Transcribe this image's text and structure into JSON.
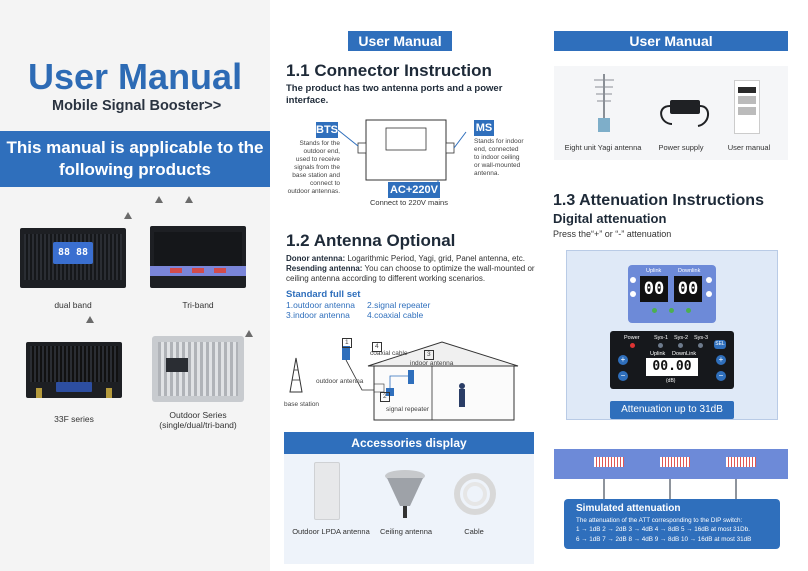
{
  "cover": {
    "title": "User Manual",
    "subtitle": "Mobile Signal Booster>>",
    "banner_line1": "This manual is applicable to the",
    "banner_line2": "following products",
    "products": [
      {
        "caption": "dual band"
      },
      {
        "caption": "Tri-band"
      },
      {
        "caption": "33F series"
      },
      {
        "caption_line1": "Outdoor Series",
        "caption_line2": "(single/dual/tri-band)"
      }
    ]
  },
  "middle": {
    "header": "User Manual",
    "connector": {
      "heading": "1.1 Connector Instruction",
      "intro": "The product has two antenna ports and a power interface.",
      "bts_tag": "BTS",
      "bts_desc": [
        "Stands for the",
        "outdoor end,",
        "used to receive",
        "signals from the",
        "base station and",
        "connect to",
        "outdoor antennas."
      ],
      "ms_tag": "MS",
      "ms_desc": [
        "Stands for indoor",
        "end, connected",
        "to indoor ceiling",
        "or wall-mounted",
        "antenna."
      ],
      "power_tag": "AC+220V",
      "power_desc": "Connect to 220V mains"
    },
    "antenna": {
      "heading": "1.2 Antenna Optional",
      "donor_label": "Donor antenna:",
      "donor_text": " Logarithmic Period, Yagi, grid, Panel antenna, etc.",
      "resend_label": "Resending antenna:",
      "resend_text": " You can choose to optimize the wall-mounted or ceiling antenna according to different working scenarios.",
      "standard_title": "Standard full set",
      "items": [
        "1.outdoor antenna",
        "2.signal repeater",
        "3.indoor antenna",
        "4.coaxial cable"
      ],
      "diagram_labels": {
        "coaxial": "coaxial cable",
        "indoor": "indoor antenna",
        "outdoor": "outdoor antenna",
        "base": "base station",
        "repeater": "signal repeater",
        "n1": "1",
        "n2": "2",
        "n3": "3",
        "n4": "4"
      }
    },
    "accessories": {
      "header": "Accessories display",
      "items": [
        "Outdoor LPDA antenna",
        "Ceiling antenna",
        "Cable"
      ]
    }
  },
  "right": {
    "header": "User Manual",
    "package": [
      "Eight unit Yagi antenna",
      "Power supply",
      "User manual"
    ],
    "attenuation": {
      "heading": "1.3 Attenuation Instructions",
      "subheading": "Digital attenuation",
      "press_text": "Press the“+” or “-” attenuation",
      "panel1": {
        "uplink": "Uplink",
        "downlink": "Downlink",
        "digits": [
          "00",
          "00"
        ]
      },
      "panel2": {
        "labels": [
          "Power",
          "Sys-1",
          "Sys-2",
          "Sys-3"
        ],
        "uplink": "Uplink",
        "downlink": "DownLink",
        "digits": "00.00",
        "unit": "(dB)",
        "sel": "SEL"
      },
      "att_badge": "Attenuation up to 31dB"
    },
    "simulated": {
      "title": "Simulated attenuation",
      "line1": "The attenuation of the ATT corresponding to the DIP switch:",
      "line2": "1 → 1dB  2 → 2dB  3 → 4dB  4 → 8dB  5 → 16dB at most 31Db.",
      "line3": "6 → 1dB  7 → 2dB  8 → 4dB  9 → 8dB  10 → 16dB at most 31dB"
    },
    "colors": {
      "accent": "#2f6fbc",
      "dark": "#1e2a38"
    }
  }
}
